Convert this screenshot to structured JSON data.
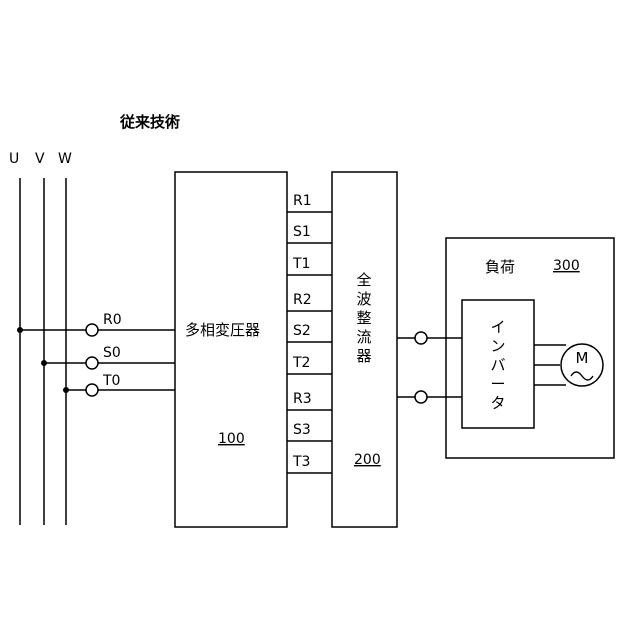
{
  "title": "従来技術",
  "phases": {
    "u": "U",
    "v": "V",
    "w": "W"
  },
  "inputs": {
    "r0": "R0",
    "s0": "S0",
    "t0": "T0"
  },
  "transformer": {
    "label": "多相変圧器",
    "ref": "100"
  },
  "outputs": {
    "r1": "R1",
    "s1": "S1",
    "t1": "T1",
    "r2": "R2",
    "s2": "S2",
    "t2": "T2",
    "r3": "R3",
    "s3": "S3",
    "t3": "T3"
  },
  "rectifier": {
    "chars": [
      "全",
      "波",
      "整",
      "流",
      "器"
    ],
    "ref": "200"
  },
  "load": {
    "label": "負荷",
    "ref": "300"
  },
  "inverter": {
    "chars": [
      "イ",
      "ン",
      "バ",
      "ー",
      "タ"
    ]
  },
  "motor": {
    "label": "M"
  }
}
